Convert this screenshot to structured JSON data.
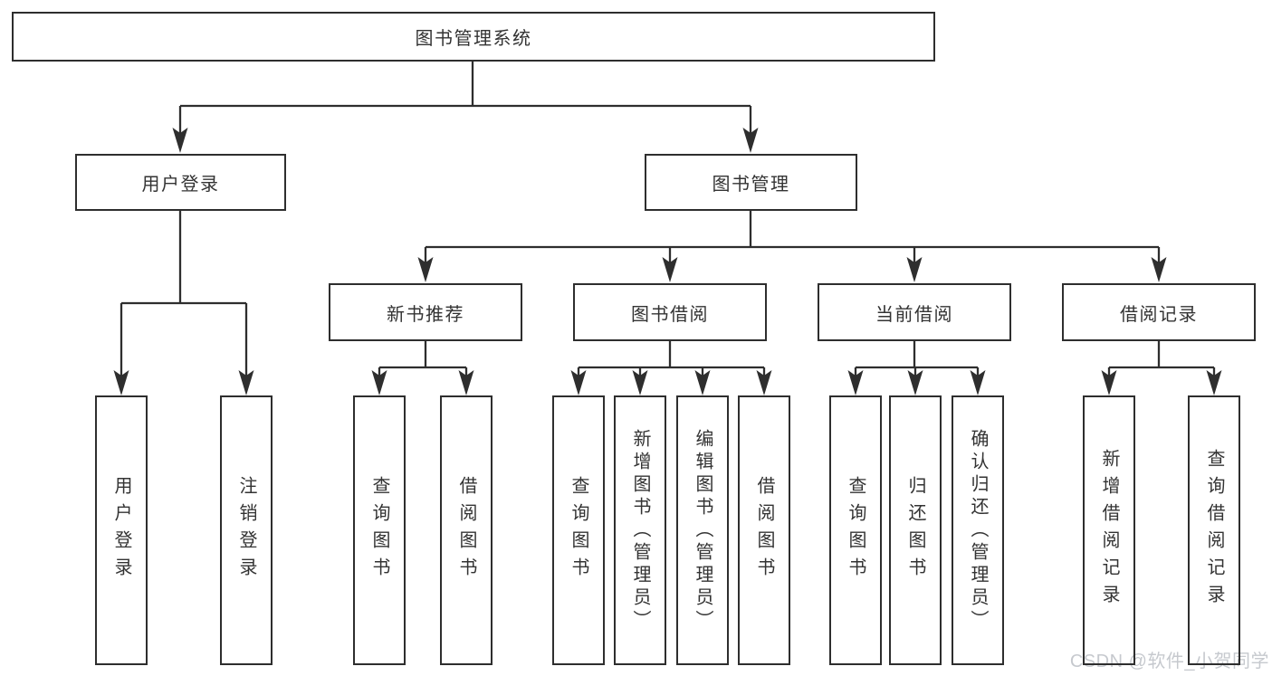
{
  "diagram": {
    "root": {
      "label": "图书管理系统"
    },
    "level2": [
      {
        "label": "用户登录"
      },
      {
        "label": "图书管理"
      }
    ],
    "level3": [
      {
        "label": "新书推荐"
      },
      {
        "label": "图书借阅"
      },
      {
        "label": "当前借阅"
      },
      {
        "label": "借阅记录"
      }
    ],
    "leaves": {
      "user_login": [
        "用户登录",
        "注销登录"
      ],
      "new_book_recommendation": [
        "查询图书",
        "借阅图书"
      ],
      "book_borrowing": [
        "查询图书",
        "新增图书（管理员）",
        "编辑图书（管理员）",
        "借阅图书"
      ],
      "current_borrowing": [
        "查询图书",
        "归还图书",
        "确认归还（管理员）"
      ],
      "borrowing_records": [
        "新增借阅记录",
        "查询借阅记录"
      ]
    }
  },
  "watermark": {
    "text": "CSDN @软件_小贺同学"
  },
  "colors": {
    "line": "#2e2e2e",
    "text": "#333333",
    "watermark": "#c6c9ce",
    "background": "#ffffff"
  }
}
